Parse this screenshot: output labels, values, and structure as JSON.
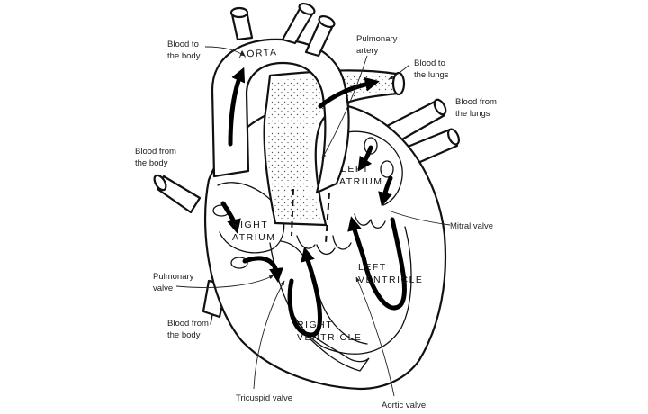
{
  "labels": {
    "aorta": "AORTA",
    "pulmonary_artery_1": "Pulmonary",
    "pulmonary_artery_2": "artery",
    "blood_to_body_top_1": "Blood to",
    "blood_to_body_top_2": "the body",
    "blood_to_lungs_1": "Blood to",
    "blood_to_lungs_2": "the lungs",
    "blood_from_lungs_1": "Blood from",
    "blood_from_lungs_2": "the lungs",
    "blood_from_body_left_1": "Blood from",
    "blood_from_body_left_2": "the body",
    "left_atrium_1": "LEFT",
    "left_atrium_2": "ATRIUM",
    "right_atrium_1": "RIGHT",
    "right_atrium_2": "ATRIUM",
    "mitral_valve": "Mitral valve",
    "left_ventricle_1": "LEFT",
    "left_ventricle_2": "VENTRICLE",
    "pulmonary_valve_1": "Pulmonary",
    "pulmonary_valve_2": "valve",
    "blood_from_body_bottom_1": "Blood from",
    "blood_from_body_bottom_2": "the body",
    "right_ventricle_1": "RIGHT",
    "right_ventricle_2": "VENTRICLE",
    "tricuspid_valve": "Tricuspid valve",
    "aortic_valve": "Aortic valve"
  },
  "colors": {
    "ink": "#111111",
    "background": "#ffffff",
    "stipple": "#555555"
  }
}
